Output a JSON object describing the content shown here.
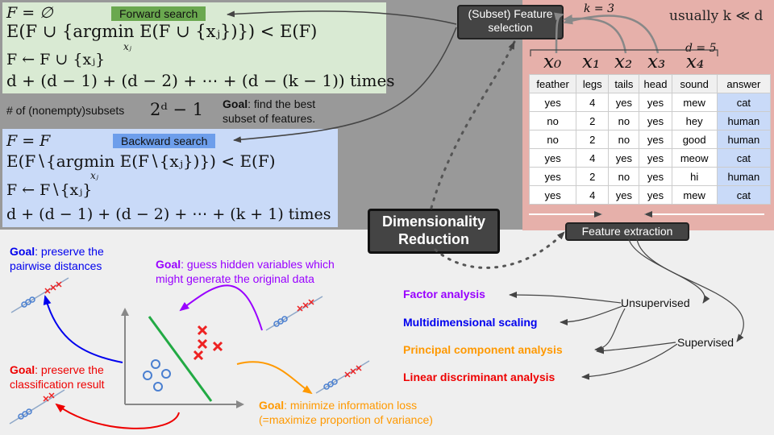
{
  "forward": {
    "label": "Forward search",
    "line1": "F = ∅",
    "line2": "E(F ∪ {argmin E(F ∪ {xⱼ})}) < E(F)",
    "line2_sub": "xⱼ",
    "line3": "F ← F ∪ {xⱼ}",
    "line4": "d + (d − 1) + (d − 2) + ⋯ + (d − (k − 1)) times"
  },
  "subsets": {
    "label": "# of (nonempty)subsets",
    "formula": "2ᵈ − 1"
  },
  "goal_best": {
    "bold": "Goal",
    "text1": ": find the best",
    "text2": "subset of features."
  },
  "backward": {
    "label": "Backward search",
    "line1": "F = F",
    "line2": "E(F∖{argmin E(F∖{xⱼ})}) < E(F)",
    "line2_sub": "xⱼ",
    "line3": "F ← F∖{xⱼ}",
    "line4": "d + (d − 1) + (d − 2) + ⋯ + (k + 1) times"
  },
  "subset_selection": {
    "line1": "(Subset) Feature",
    "line2": "selection"
  },
  "k_label": "k = 3",
  "usually": "usually k ≪ d",
  "d_label": "d = 5",
  "features": [
    "x₀",
    "x₁",
    "x₂",
    "x₃",
    "x₄"
  ],
  "table": {
    "headers": [
      "feather",
      "legs",
      "tails",
      "head",
      "sound",
      "answer"
    ],
    "rows": [
      [
        "yes",
        "4",
        "yes",
        "yes",
        "mew",
        "cat"
      ],
      [
        "no",
        "2",
        "no",
        "yes",
        "hey",
        "human"
      ],
      [
        "no",
        "2",
        "no",
        "yes",
        "good",
        "human"
      ],
      [
        "yes",
        "4",
        "yes",
        "yes",
        "meow",
        "cat"
      ],
      [
        "yes",
        "2",
        "no",
        "yes",
        "hi",
        "human"
      ],
      [
        "yes",
        "4",
        "yes",
        "yes",
        "mew",
        "cat"
      ]
    ]
  },
  "dimred": {
    "line1": "Dimensionality",
    "line2": "Reduction"
  },
  "feature_extraction": "Feature extraction",
  "unsupervised": "Unsupervised",
  "supervised": "Supervised",
  "methods": [
    {
      "name": "Factor analysis",
      "color": "#9900ff"
    },
    {
      "name": "Multidimensional scaling",
      "color": "#0000ee"
    },
    {
      "name": "Principal component analysis",
      "color": "#ff9900"
    },
    {
      "name": "Linear discriminant analysis",
      "color": "#ee0000"
    }
  ],
  "goal_pairwise": {
    "bold": "Goal",
    "text1": ": preserve the",
    "text2": "pairwise distances",
    "color": "#0000ee"
  },
  "goal_hidden": {
    "bold": "Goal",
    "text1": ": guess hidden variables which",
    "text2": "might generate the original data",
    "color": "#9900ff"
  },
  "goal_class": {
    "bold": "Goal",
    "text1": ": preserve the",
    "text2": "classification result",
    "color": "#ee0000"
  },
  "goal_info": {
    "bold": "Goal",
    "text1": ": minimize information loss",
    "text2": "(=maximize proportion of variance)",
    "color": "#ff9900"
  }
}
